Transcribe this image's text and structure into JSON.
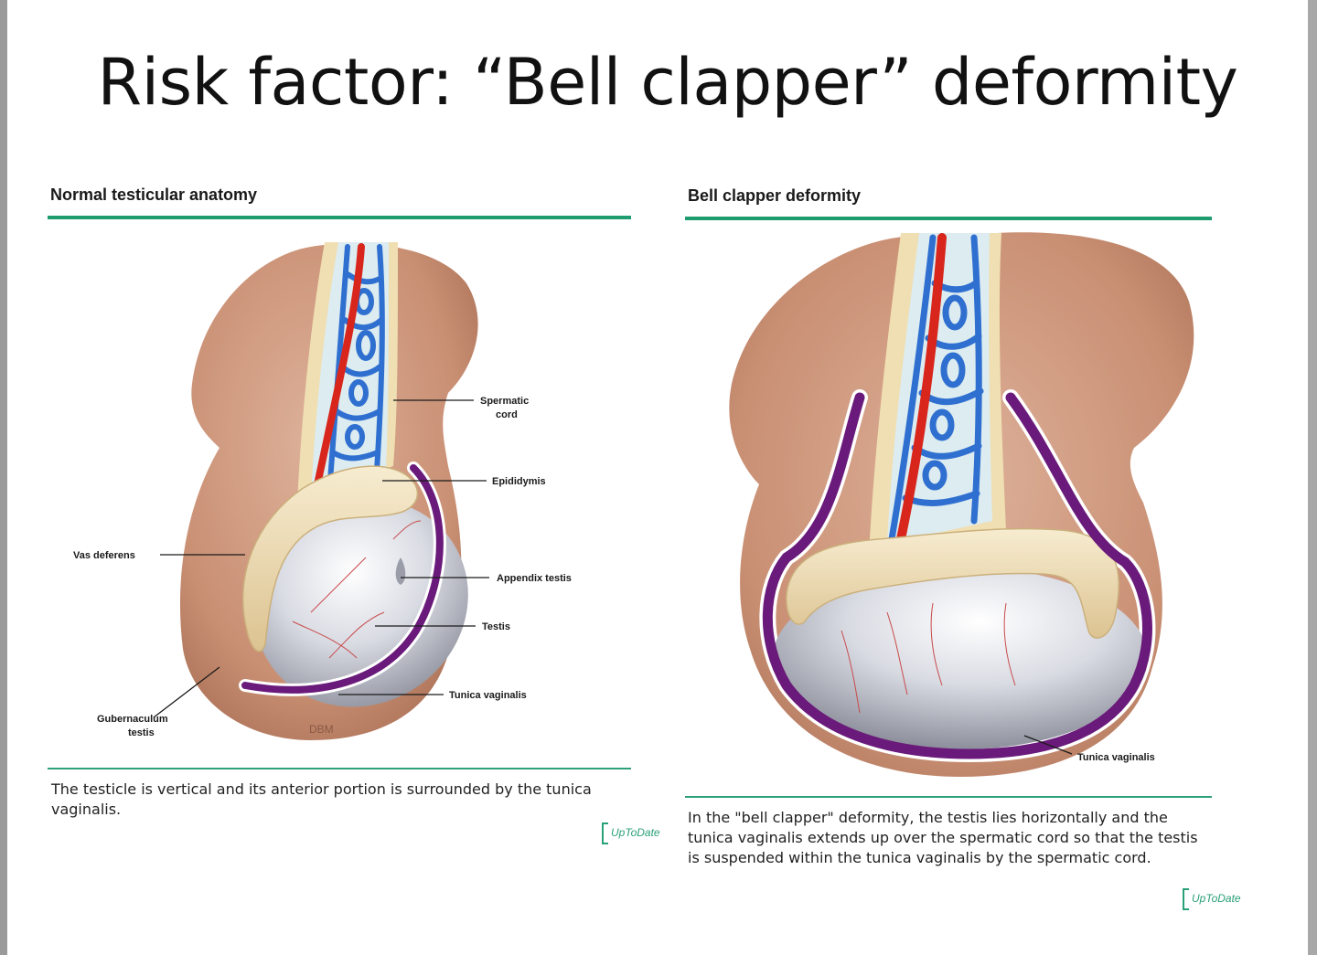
{
  "slide": {
    "title": "Risk factor: “Bell clapper” deformity"
  },
  "left_panel": {
    "heading": "Normal testicular anatomy",
    "caption": "The testicle is vertical and its anterior portion is surrounded by the tunica vaginalis.",
    "brand": "UpToDate",
    "artist_mark": "DBM",
    "labels": {
      "spermatic_cord_1": "Spermatic",
      "spermatic_cord_2": "cord",
      "epididymis": "Epididymis",
      "vas_deferens": "Vas deferens",
      "appendix_testis": "Appendix testis",
      "testis": "Testis",
      "tunica_vaginalis": "Tunica vaginalis",
      "gubernaculum_1": "Gubernaculum",
      "gubernaculum_2": "testis"
    }
  },
  "right_panel": {
    "heading": "Bell clapper deformity",
    "caption": "In the \"bell clapper\" deformity, the testis lies horizontally and the tunica vaginalis extends up over the spermatic cord so that the testis is suspended within the tunica vaginalis by the spermatic cord.",
    "brand": "UpToDate",
    "labels": {
      "tunica_vaginalis": "Tunica vaginalis"
    }
  },
  "colors": {
    "accent_rule": "#1f9c6f",
    "skin": "#c98f73",
    "vein": "#2f6fd0",
    "artery": "#d8261c",
    "epididymis": "#efdcae",
    "testis": "#c9ccd6",
    "tunica": "#6a1a7a"
  }
}
